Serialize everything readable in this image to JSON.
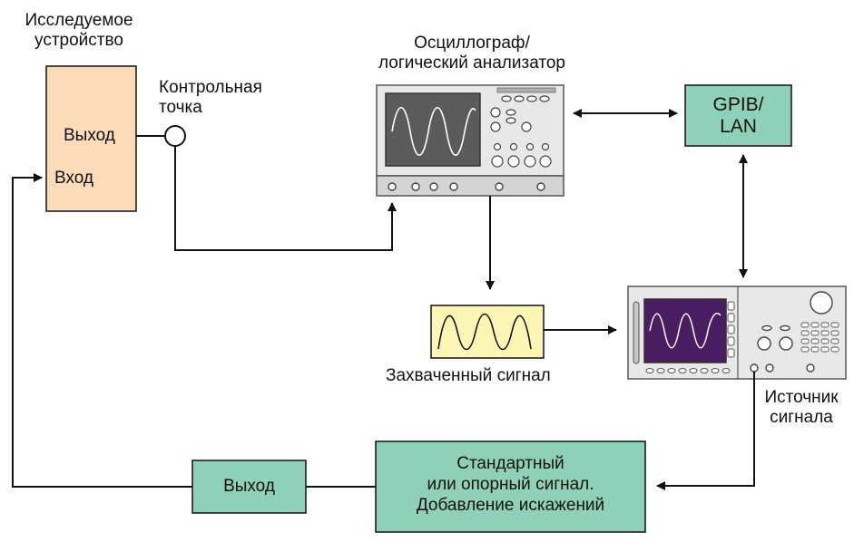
{
  "dut": {
    "title_line1": "Исследуемое",
    "title_line2": "устройство",
    "output_label": "Выход",
    "input_label": "Вход"
  },
  "test_point": {
    "line1": "Контрольная",
    "line2": "точка"
  },
  "scope": {
    "title_line1": "Осциллограф/",
    "title_line2": "логический анализатор"
  },
  "gpib": {
    "line1": "GPIB/",
    "line2": "LAN"
  },
  "captured": {
    "label": "Захваченный сигнал"
  },
  "source": {
    "line1": "Источник",
    "line2": "сигнала"
  },
  "standard_box": {
    "line1": "Стандартный",
    "line2": "или опорный сигнал.",
    "line3": "Добавление искажений"
  },
  "output_box": {
    "label": "Выход"
  },
  "colors": {
    "dut_fill": "#fcdcb8",
    "green_fill": "#8fd0b8",
    "yellow_fill": "#fcf6b4",
    "scope_body": "#e6e6e6",
    "screen_dark": "#5a5a5a",
    "screen_purple": "#4a1d63",
    "line": "#111111"
  }
}
